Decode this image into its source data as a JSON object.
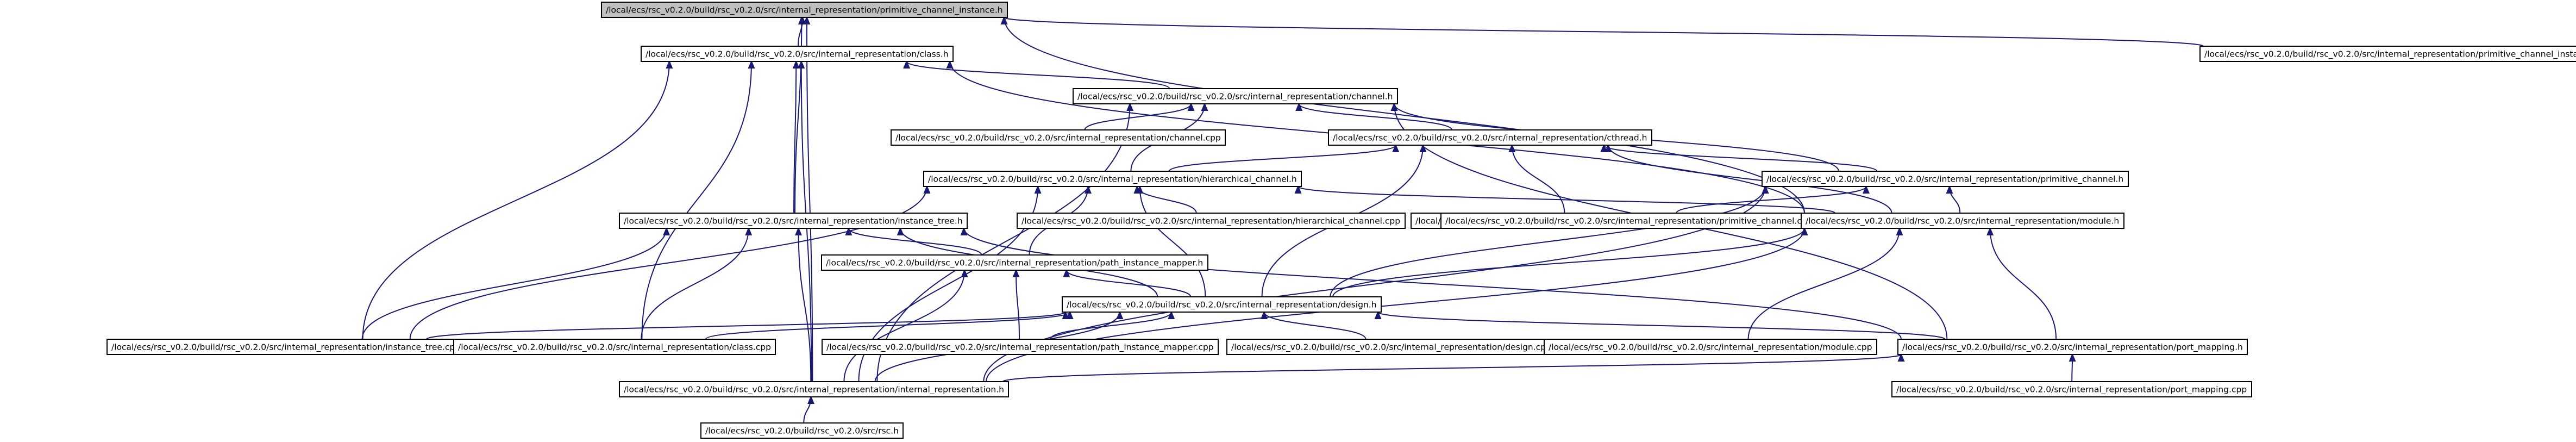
{
  "diagram": {
    "type": "include-dependency-graph",
    "colors": {
      "background": "#ffffff",
      "node_fill": "#ffffff",
      "root_fill": "#bfbfbf",
      "border": "#000000",
      "edge": "#191970"
    },
    "nodes": [
      {
        "id": "n_prim_inst_h",
        "label": "/local/ecs/rsc_v0.2.0/build/rsc_v0.2.0/src/internal_representation/primitive_channel_instance.h",
        "root": true
      },
      {
        "id": "n_class_h",
        "label": "/local/ecs/rsc_v0.2.0/build/rsc_v0.2.0/src/internal_representation/class.h"
      },
      {
        "id": "n_prim_inst_cpp",
        "label": "/local/ecs/rsc_v0.2.0/build/rsc_v0.2.0/src/internal_representation/primitive_channel_instance.cpp"
      },
      {
        "id": "n_channel_h",
        "label": "/local/ecs/rsc_v0.2.0/build/rsc_v0.2.0/src/internal_representation/channel.h"
      },
      {
        "id": "n_channel_cpp",
        "label": "/local/ecs/rsc_v0.2.0/build/rsc_v0.2.0/src/internal_representation/channel.cpp"
      },
      {
        "id": "n_cthread_h",
        "label": "/local/ecs/rsc_v0.2.0/build/rsc_v0.2.0/src/internal_representation/cthread.h"
      },
      {
        "id": "n_hier_h",
        "label": "/local/ecs/rsc_v0.2.0/build/rsc_v0.2.0/src/internal_representation/hierarchical_channel.h"
      },
      {
        "id": "n_cthread_cpp",
        "label": "/local/ecs/rsc_v0.2.0/build/rsc_v0.2.0/src/internal_representation/cthread.cpp"
      },
      {
        "id": "n_prim_h",
        "label": "/local/ecs/rsc_v0.2.0/build/rsc_v0.2.0/src/internal_representation/primitive_channel.h"
      },
      {
        "id": "n_inst_tree_h",
        "label": "/local/ecs/rsc_v0.2.0/build/rsc_v0.2.0/src/internal_representation/instance_tree.h"
      },
      {
        "id": "n_hier_cpp",
        "label": "/local/ecs/rsc_v0.2.0/build/rsc_v0.2.0/src/internal_representation/hierarchical_channel.cpp"
      },
      {
        "id": "n_prim_cpp",
        "label": "/local/ecs/rsc_v0.2.0/build/rsc_v0.2.0/src/internal_representation/primitive_channel.cpp"
      },
      {
        "id": "n_module_h",
        "label": "/local/ecs/rsc_v0.2.0/build/rsc_v0.2.0/src/internal_representation/module.h"
      },
      {
        "id": "n_pim_h",
        "label": "/local/ecs/rsc_v0.2.0/build/rsc_v0.2.0/src/internal_representation/path_instance_mapper.h"
      },
      {
        "id": "n_design_h",
        "label": "/local/ecs/rsc_v0.2.0/build/rsc_v0.2.0/src/internal_representation/design.h"
      },
      {
        "id": "n_inst_tree_cpp",
        "label": "/local/ecs/rsc_v0.2.0/build/rsc_v0.2.0/src/internal_representation/instance_tree.cpp"
      },
      {
        "id": "n_class_cpp",
        "label": "/local/ecs/rsc_v0.2.0/build/rsc_v0.2.0/src/internal_representation/class.cpp"
      },
      {
        "id": "n_pim_cpp",
        "label": "/local/ecs/rsc_v0.2.0/build/rsc_v0.2.0/src/internal_representation/path_instance_mapper.cpp"
      },
      {
        "id": "n_design_cpp",
        "label": "/local/ecs/rsc_v0.2.0/build/rsc_v0.2.0/src/internal_representation/design.cpp"
      },
      {
        "id": "n_module_cpp",
        "label": "/local/ecs/rsc_v0.2.0/build/rsc_v0.2.0/src/internal_representation/module.cpp"
      },
      {
        "id": "n_port_h",
        "label": "/local/ecs/rsc_v0.2.0/build/rsc_v0.2.0/src/internal_representation/port_mapping.h"
      },
      {
        "id": "n_ir_h",
        "label": "/local/ecs/rsc_v0.2.0/build/rsc_v0.2.0/src/internal_representation/internal_representation.h"
      },
      {
        "id": "n_port_cpp",
        "label": "/local/ecs/rsc_v0.2.0/build/rsc_v0.2.0/src/internal_representation/port_mapping.cpp"
      },
      {
        "id": "n_rsc_h",
        "label": "/local/ecs/rsc_v0.2.0/build/rsc_v0.2.0/src/rsc.h"
      }
    ],
    "edges": [
      [
        "n_prim_inst_h",
        "n_class_h"
      ],
      [
        "n_prim_inst_h",
        "n_prim_inst_cpp"
      ],
      [
        "n_prim_inst_h",
        "n_module_h"
      ],
      [
        "n_prim_inst_h",
        "n_inst_tree_h"
      ],
      [
        "n_prim_inst_h",
        "n_ir_h"
      ],
      [
        "n_class_h",
        "n_channel_h"
      ],
      [
        "n_class_h",
        "n_module_h"
      ],
      [
        "n_class_h",
        "n_inst_tree_h"
      ],
      [
        "n_class_h",
        "n_inst_tree_cpp"
      ],
      [
        "n_class_h",
        "n_class_cpp"
      ],
      [
        "n_class_h",
        "n_ir_h"
      ],
      [
        "n_channel_h",
        "n_channel_cpp"
      ],
      [
        "n_channel_h",
        "n_cthread_h"
      ],
      [
        "n_channel_h",
        "n_hier_h"
      ],
      [
        "n_channel_h",
        "n_prim_h"
      ],
      [
        "n_channel_h",
        "n_port_h"
      ],
      [
        "n_channel_h",
        "n_ir_h"
      ],
      [
        "n_cthread_h",
        "n_hier_h"
      ],
      [
        "n_cthread_h",
        "n_cthread_cpp"
      ],
      [
        "n_cthread_h",
        "n_prim_h"
      ],
      [
        "n_cthread_h",
        "n_module_h"
      ],
      [
        "n_cthread_h",
        "n_design_h"
      ],
      [
        "n_hier_h",
        "n_hier_cpp"
      ],
      [
        "n_hier_h",
        "n_module_h"
      ],
      [
        "n_hier_h",
        "n_design_h"
      ],
      [
        "n_hier_h",
        "n_inst_tree_cpp"
      ],
      [
        "n_hier_h",
        "n_ir_h"
      ],
      [
        "n_hier_h",
        "n_pim_h"
      ],
      [
        "n_prim_h",
        "n_prim_cpp"
      ],
      [
        "n_prim_h",
        "n_module_h"
      ],
      [
        "n_prim_h",
        "n_design_h"
      ],
      [
        "n_prim_h",
        "n_ir_h"
      ],
      [
        "n_inst_tree_h",
        "n_pim_h"
      ],
      [
        "n_inst_tree_h",
        "n_design_h"
      ],
      [
        "n_inst_tree_h",
        "n_inst_tree_cpp"
      ],
      [
        "n_inst_tree_h",
        "n_class_cpp"
      ],
      [
        "n_inst_tree_h",
        "n_port_h"
      ],
      [
        "n_inst_tree_h",
        "n_ir_h"
      ],
      [
        "n_module_h",
        "n_design_h"
      ],
      [
        "n_module_h",
        "n_module_cpp"
      ],
      [
        "n_module_h",
        "n_port_h"
      ],
      [
        "n_module_h",
        "n_ir_h"
      ],
      [
        "n_pim_h",
        "n_design_h"
      ],
      [
        "n_pim_h",
        "n_pim_cpp"
      ],
      [
        "n_pim_h",
        "n_ir_h"
      ],
      [
        "n_design_h",
        "n_inst_tree_cpp"
      ],
      [
        "n_design_h",
        "n_class_cpp"
      ],
      [
        "n_design_h",
        "n_pim_cpp"
      ],
      [
        "n_design_h",
        "n_design_cpp"
      ],
      [
        "n_design_h",
        "n_port_h"
      ],
      [
        "n_design_h",
        "n_ir_h"
      ],
      [
        "n_port_h",
        "n_port_cpp"
      ],
      [
        "n_port_h",
        "n_ir_h"
      ],
      [
        "n_ir_h",
        "n_rsc_h"
      ]
    ]
  }
}
